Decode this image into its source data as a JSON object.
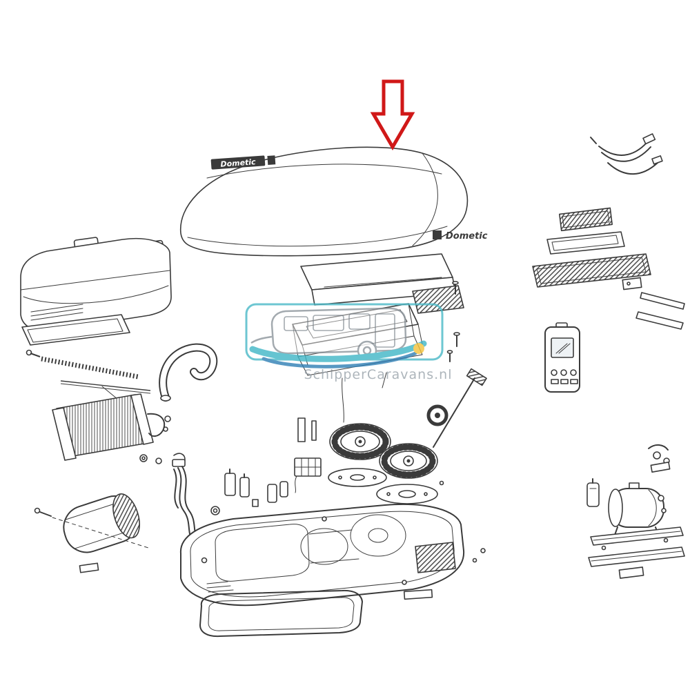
{
  "diagram": {
    "background": "#ffffff",
    "line_color": "#3a3a3a"
  },
  "labels": {
    "brand_plate_left": "Dometic",
    "brand_plate_right": "Dometic"
  },
  "pointer": {
    "shape": "down-arrow",
    "color": "#d01818",
    "points_to": "top-cover"
  },
  "watermark": {
    "text": "SchipperCaravans.nl",
    "frame_color": "#49b9c7",
    "caravan_color": "#8d959c",
    "swoosh_teal": "#3fb6c6",
    "swoosh_blue": "#2f7fb5",
    "dot_yellow": "#f3c33c",
    "text_color": "#99a3ab"
  },
  "parts": [
    "top-cover",
    "brand-plate-left",
    "brand-plate-right",
    "wiring-harness",
    "air-filter",
    "filter-frame",
    "exhaust-grille",
    "vent-strip",
    "remote-control",
    "receiver-dryer",
    "compressor",
    "mounting-rails",
    "inner-housing",
    "drip-tray",
    "spring-rod",
    "heat-exchanger",
    "refrigerant-pipe",
    "air-duct-assembly",
    "foam-gasket-box",
    "tape-roll",
    "fan-wheel-front",
    "fan-wheel-rear",
    "fan-plate-front",
    "fan-plate-rear",
    "capacitors",
    "terminal-block",
    "blower-motor",
    "wiring-loom",
    "base-pan",
    "base-gasket",
    "fixing-screws"
  ]
}
